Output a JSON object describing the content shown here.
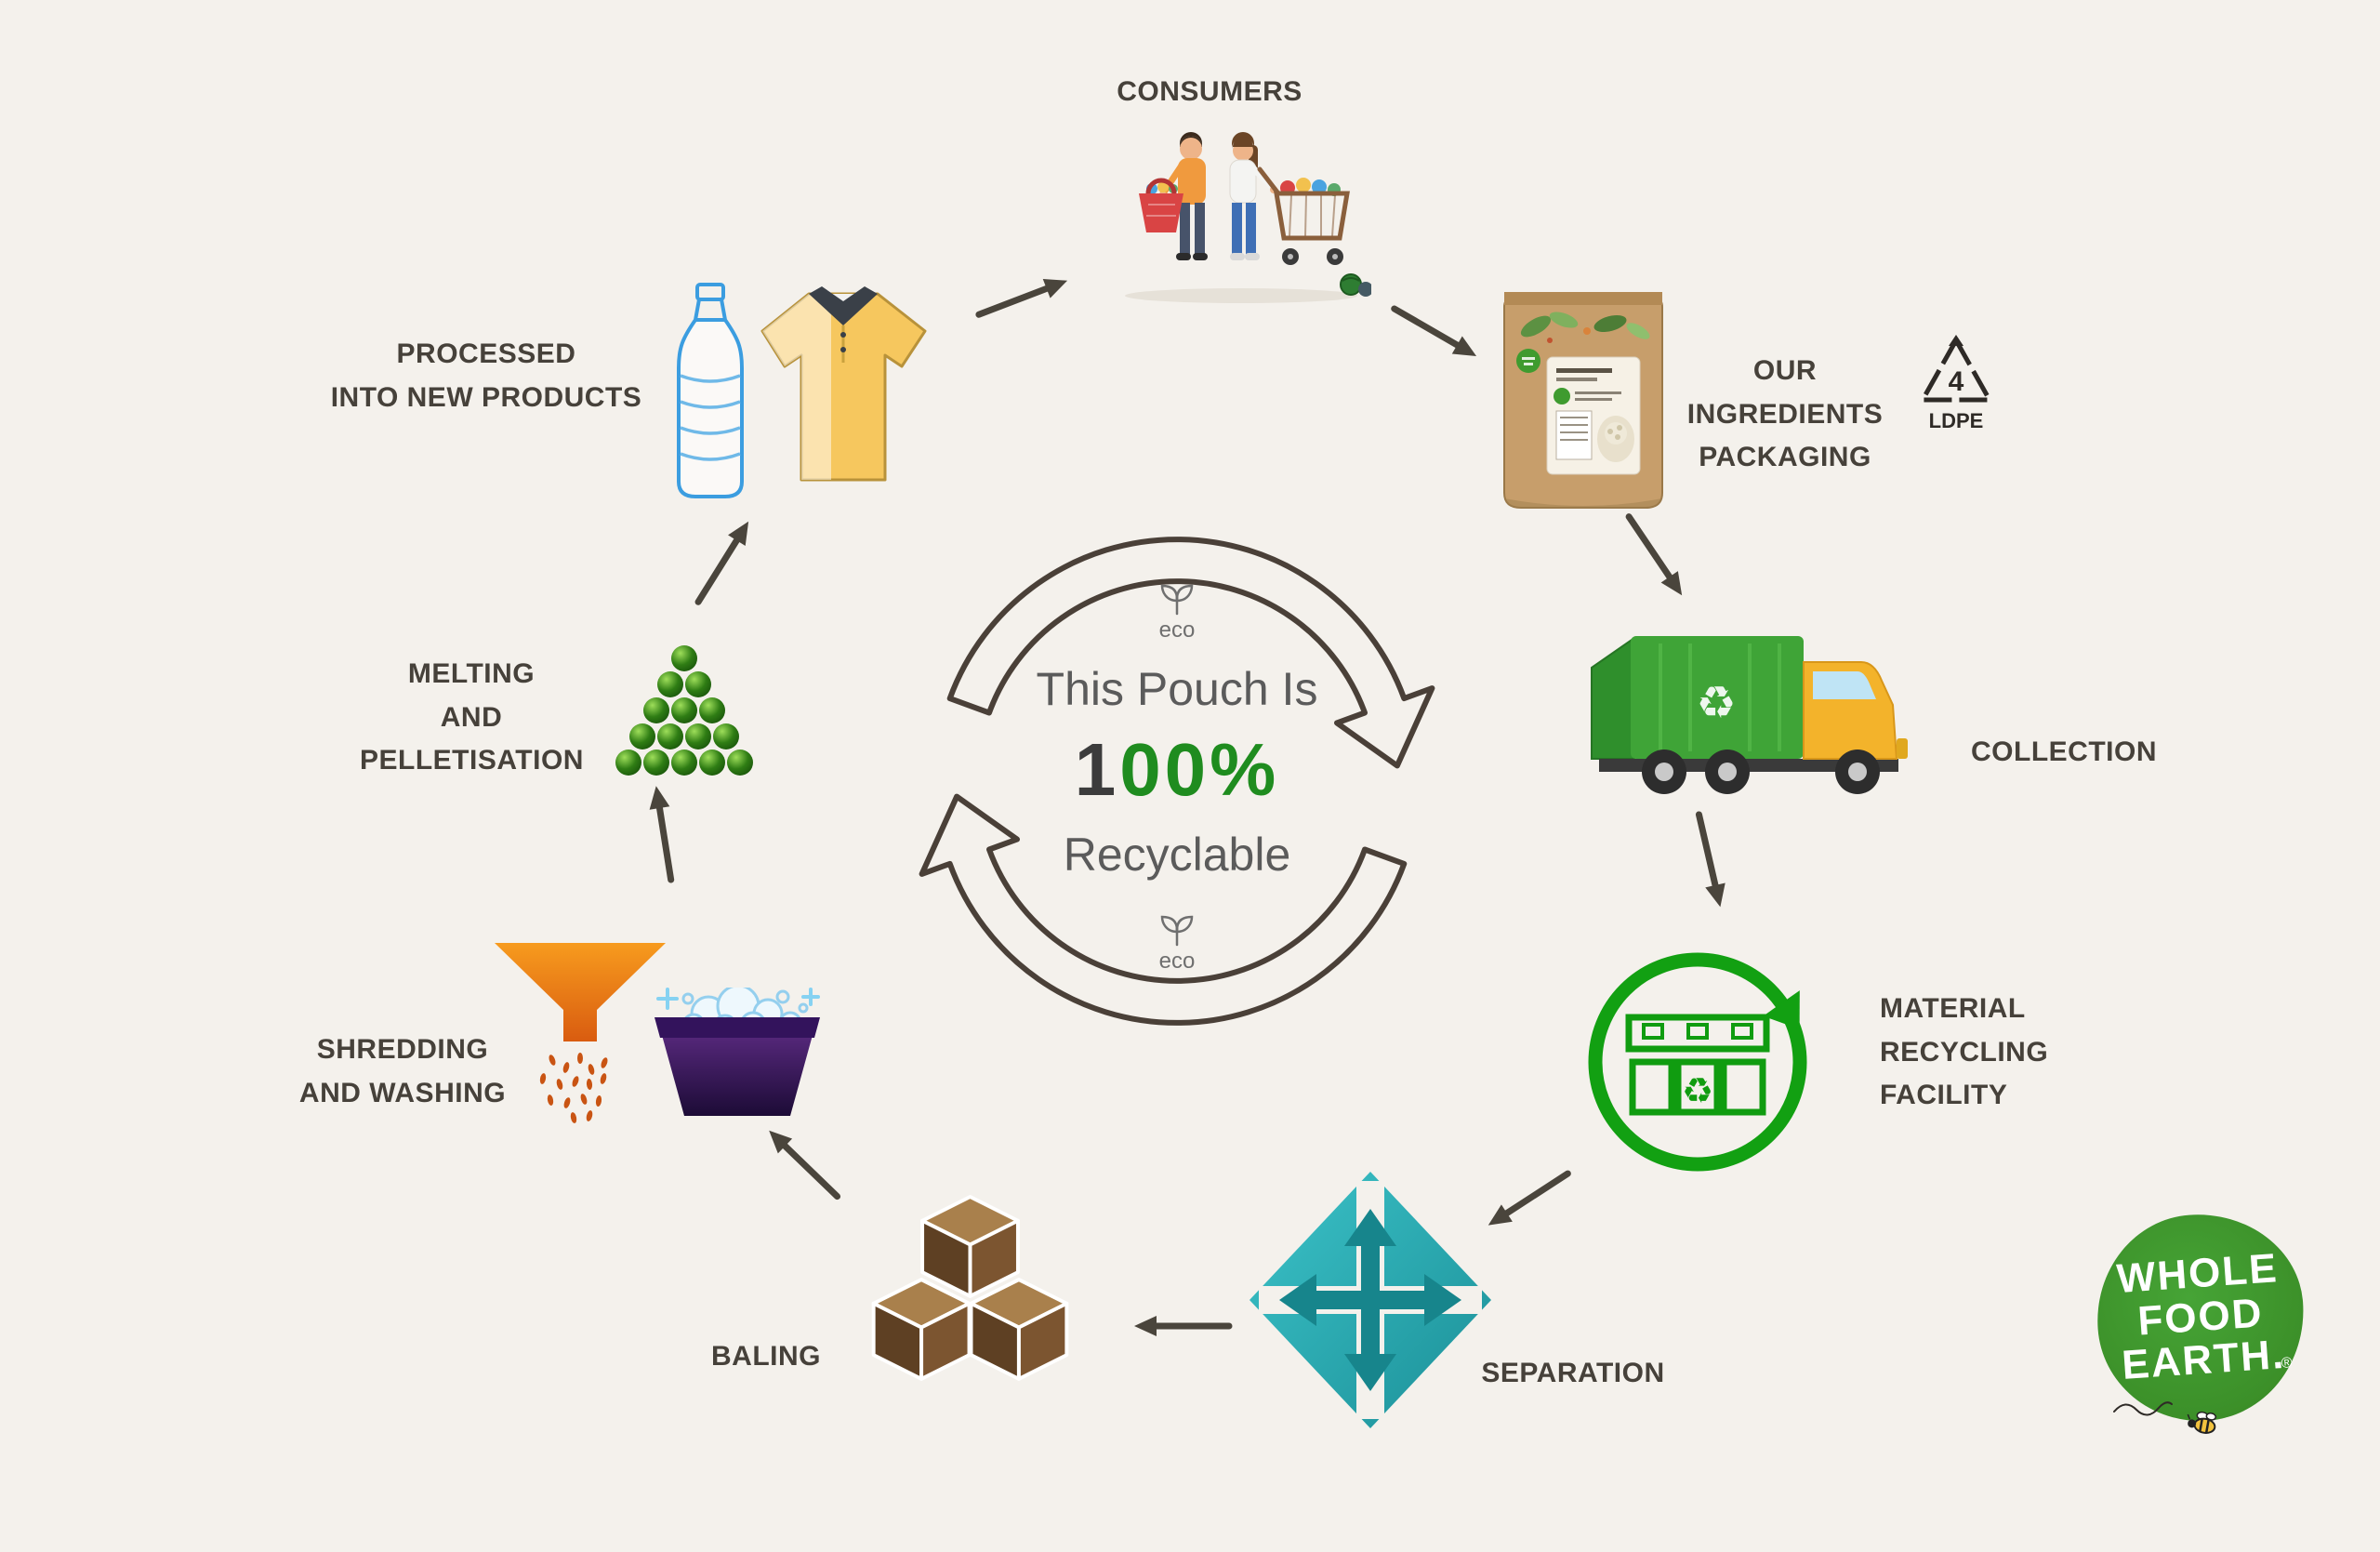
{
  "background_color": "#f4f1ec",
  "accent_green": "#1f8c1f",
  "arrow_color": "#4a453c",
  "center": {
    "eco_top": "eco",
    "line1": "This Pouch Is",
    "percent_1": "1",
    "percent_00": "00",
    "percent_sign": "%",
    "line2": "Recyclable",
    "eco_bottom": "eco"
  },
  "stages": {
    "consumers": {
      "label": "CONSUMERS"
    },
    "packaging": {
      "label": "OUR INGREDIENTS\nPACKAGING"
    },
    "ldpe": {
      "number": "4",
      "code": "LDPE"
    },
    "collection": {
      "label": "COLLECTION"
    },
    "mrf": {
      "label": "MATERIAL\nRECYCLING\nFACILITY"
    },
    "separation": {
      "label": "SEPARATION"
    },
    "baling": {
      "label": "BALING"
    },
    "shredding": {
      "label": "SHREDDING\nAND WASHING"
    },
    "melting": {
      "label": "MELTING\nAND\nPELLETISATION"
    },
    "processed": {
      "label": "PROCESSED\nINTO NEW PRODUCTS"
    }
  },
  "icons": {
    "recycle_glyph": "♻"
  },
  "logo": {
    "line1": "WHOLE",
    "line2": "FOOD",
    "line3": "EARTH.",
    "registered": "®"
  }
}
